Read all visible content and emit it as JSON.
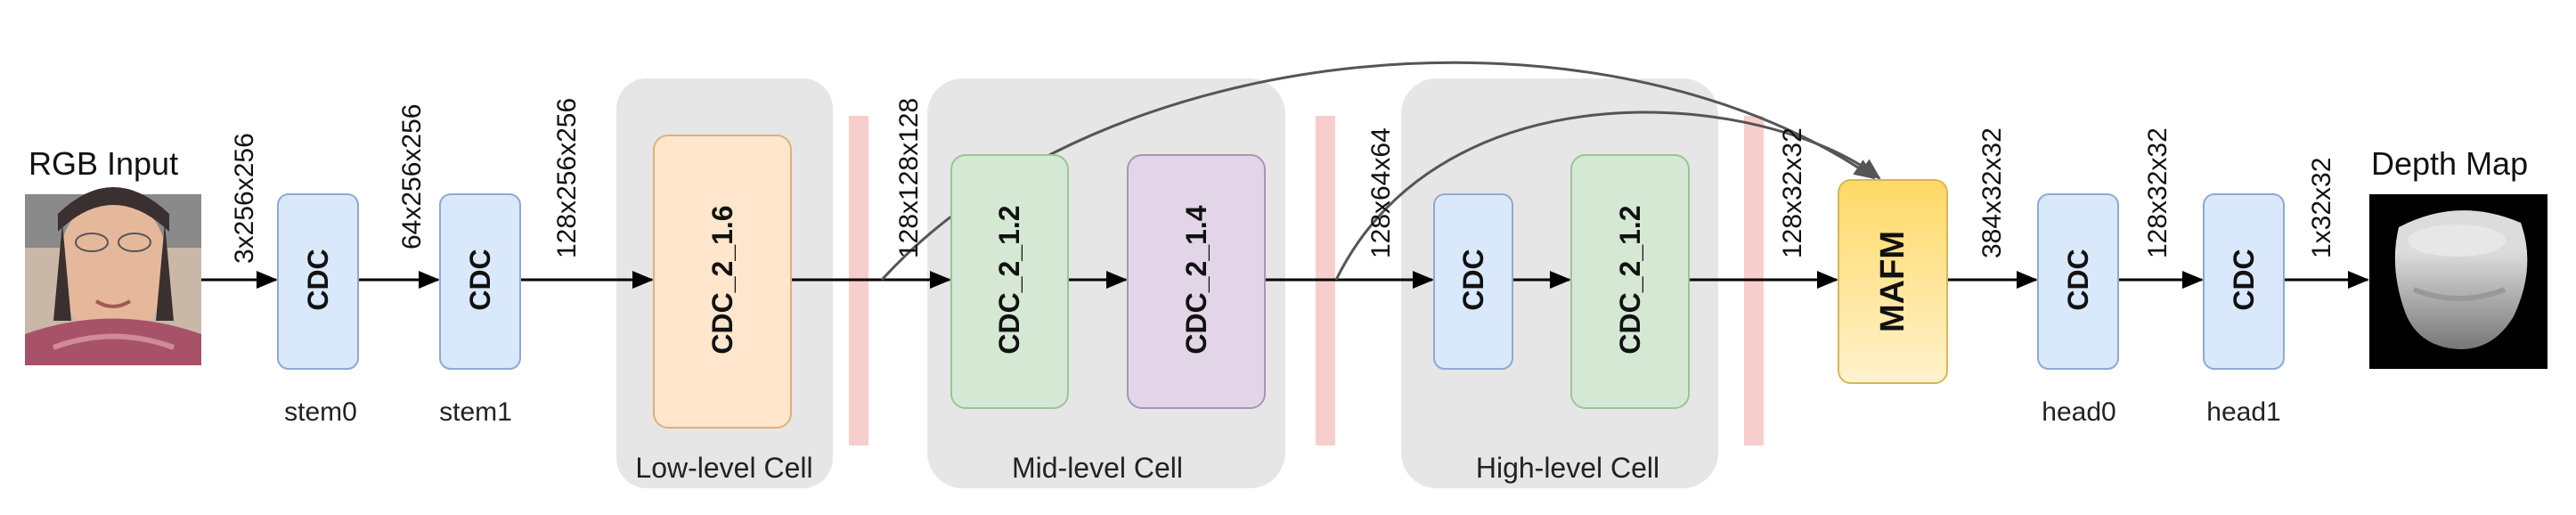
{
  "input": {
    "title": "RGB Input",
    "image": "face-photo"
  },
  "output": {
    "title": "Depth Map",
    "image": "depth-map"
  },
  "blocks": {
    "stem0": {
      "text": "CDC",
      "name": "stem0"
    },
    "stem1": {
      "text": "CDC",
      "name": "stem1"
    },
    "low": {
      "text": "CDC_2_1.6"
    },
    "mid1": {
      "text": "CDC_2_1.2"
    },
    "mid2": {
      "text": "CDC_2_1.4"
    },
    "high1": {
      "text": "CDC"
    },
    "high2": {
      "text": "CDC_2_1.2"
    },
    "mafm": {
      "text": "MAFM"
    },
    "head0": {
      "text": "CDC",
      "name": "head0"
    },
    "head1": {
      "text": "CDC",
      "name": "head1"
    }
  },
  "cells": {
    "low": "Low-level Cell",
    "mid": "Mid-level Cell",
    "high": "High-level Cell"
  },
  "dims": {
    "d1": "3x256x256",
    "d2": "64x256x256",
    "d3": "128x256x256",
    "d4": "128x128x128",
    "d5": "128x64x64",
    "d6": "128x32x32",
    "d7": "384x32x32",
    "d8": "128x32x32",
    "d9": "1x32x32"
  },
  "colors": {
    "cdc_fill": "#dae8fc",
    "cdc_stroke": "#8ea9d4",
    "low_fill": "#ffe6cc",
    "low_stroke": "#e0b07a",
    "mid1_fill": "#d5e8d4",
    "mid1_stroke": "#9cc397",
    "mid2_fill": "#e1d5e7",
    "mid2_stroke": "#a995b6",
    "mafm_top": "#ffd966",
    "mafm_bottom": "#fff2cc",
    "mafm_stroke": "#d6b656",
    "cell_bg": "#e6e6e6",
    "pool_bar": "#f8cecc",
    "arrow": "#000000",
    "skip_arrow": "#555555"
  }
}
